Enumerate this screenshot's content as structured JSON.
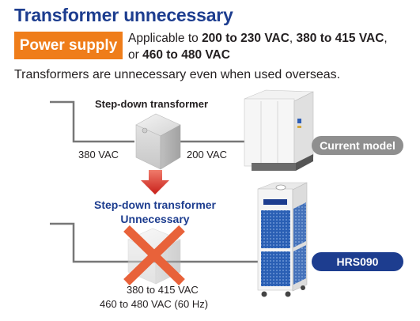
{
  "title": "Transformer unnecessary",
  "badge": "Power supply",
  "applicable": {
    "prefix": "Applicable to ",
    "v1": "200 to 230 VAC",
    "sep1": ", ",
    "v2": "380 to 415 VAC",
    "sep2": ",",
    "sep3": "or ",
    "v3": "460 to 480 VAC"
  },
  "subtitle": "Transformers are unnecessary even when used overseas.",
  "current": {
    "transformer_label": "Step-down transformer",
    "input_voltage": "380 VAC",
    "output_voltage": "200 VAC",
    "model_label": "Current model"
  },
  "new": {
    "line1": "Step-down transformer",
    "line2": "Unnecessary",
    "voltage1": "380 to 415 VAC",
    "voltage2": "460 to 480 VAC (60 Hz)",
    "model_label": "HRS090"
  },
  "colors": {
    "title_blue": "#1d3d8f",
    "badge_orange": "#ef7d1a",
    "arrow_red": "#d9261c",
    "cross_orange": "#e8623a",
    "pill_gray": "#8f8f8f",
    "pill_blue": "#1d3d8f"
  },
  "icons": [
    "down-arrow-icon",
    "cross-icon",
    "transformer-icon",
    "chiller-icon"
  ]
}
